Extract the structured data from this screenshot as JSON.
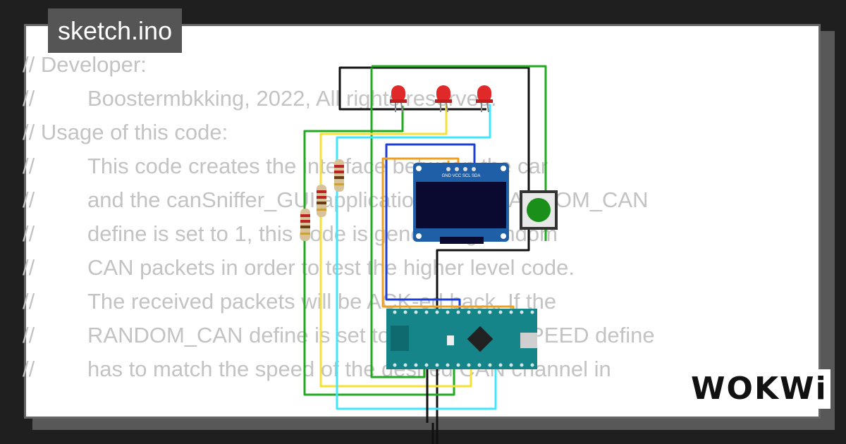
{
  "badge": {
    "filename": "sketch.ino"
  },
  "code_lines": [
    {
      "prefix": "//",
      "text": " Developer:"
    },
    {
      "prefix": "//",
      "text": "Boostermbkking, 2022, All rights reserved."
    },
    {
      "prefix": "//",
      "text": " Usage of this code:"
    },
    {
      "prefix": "//",
      "text": "This code creates the interface between the car"
    },
    {
      "prefix": "//",
      "text": "and the canSniffer_GUI application. If the RANDOM_CAN"
    },
    {
      "prefix": "//",
      "text": "define is set to 1, this code is generating random"
    },
    {
      "prefix": "//",
      "text": "CAN packets in order to test the higher level code."
    },
    {
      "prefix": "//",
      "text": "The received packets will be ACK-ed back. If the"
    },
    {
      "prefix": "//",
      "text": "RANDOM_CAN define is set to 0, the CAN_SPEED define"
    },
    {
      "prefix": "//",
      "text": "has to match the speed of the desired CAN channel in"
    }
  ],
  "oled": {
    "pins": "GND VCC SCL SDA"
  },
  "logo": {
    "text": "WOKWi",
    "color": "#111111"
  },
  "colors": {
    "led": "#e02a2a",
    "button": "#1a8f1a",
    "oled_board": "#1f5fa8",
    "oled_screen": "#0a0a30",
    "nano_board": "#15858a",
    "wire_green": "#22aa22",
    "wire_yellow": "#f4e23a",
    "wire_cyan": "#40e6ff",
    "wire_blue": "#1d3fd6",
    "wire_orange": "#f0a020",
    "wire_black": "#111111"
  }
}
